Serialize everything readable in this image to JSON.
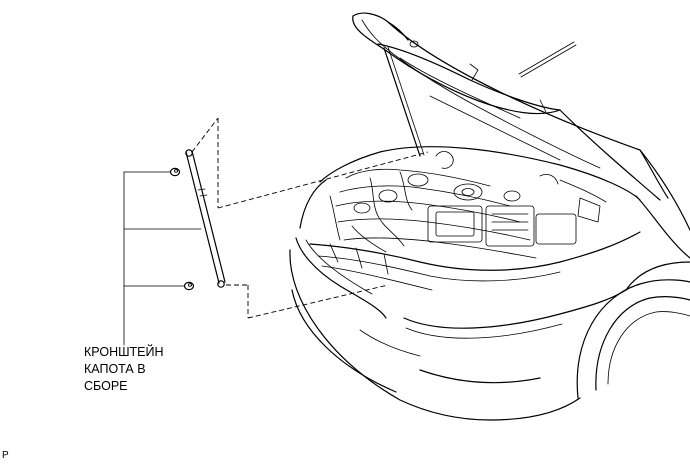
{
  "diagram": {
    "part_label_lines": [
      "КРОНШТЕЙН",
      "КАПОТА В",
      "СБОРЕ"
    ],
    "corner_mark": "P"
  }
}
